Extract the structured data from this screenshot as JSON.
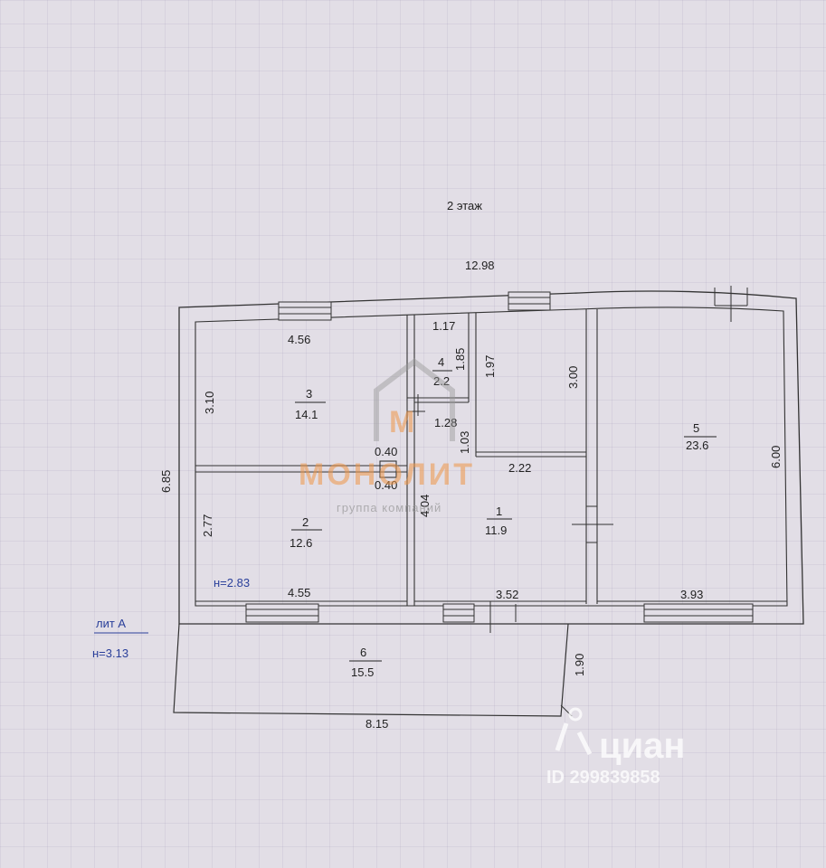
{
  "plan": {
    "floor_title": "2 этаж",
    "overall_width": "12.98",
    "overall_depth": "6.85",
    "height_main": "н=3.13",
    "height_inner": "н=2.83",
    "litera": "лит А",
    "rooms": [
      {
        "id": "1",
        "area": "11.9"
      },
      {
        "id": "2",
        "area": "12.6"
      },
      {
        "id": "3",
        "area": "14.1"
      },
      {
        "id": "4",
        "area": "2.2"
      },
      {
        "id": "5",
        "area": "23.6"
      },
      {
        "id": "6",
        "area": "15.5"
      }
    ],
    "dimensions": {
      "room3_width": "4.56",
      "room3_depth": "3.10",
      "room2_depth": "2.77",
      "room2_width": "4.55",
      "room4_width": "1.17",
      "room4_depth": "1.85",
      "corridor_depth": "1.97",
      "storage_depth": "3.00",
      "room5_depth": "6.00",
      "room5_width": "3.93",
      "hall_width": "3.52",
      "hall_segment": "2.22",
      "hall_segment_b": "1.03",
      "stair_width": "1.28",
      "hall_depth": "4.04",
      "door_a": "0.40",
      "door_b": "0.40",
      "balcony_width": "8.15",
      "balcony_depth": "1.90"
    }
  },
  "overlay": {
    "logo_letter": "М",
    "logo_name": "МОНОЛИТ",
    "logo_tagline": "группа компаний",
    "watermark_brand": "циан",
    "watermark_id": "ID 299839858"
  }
}
